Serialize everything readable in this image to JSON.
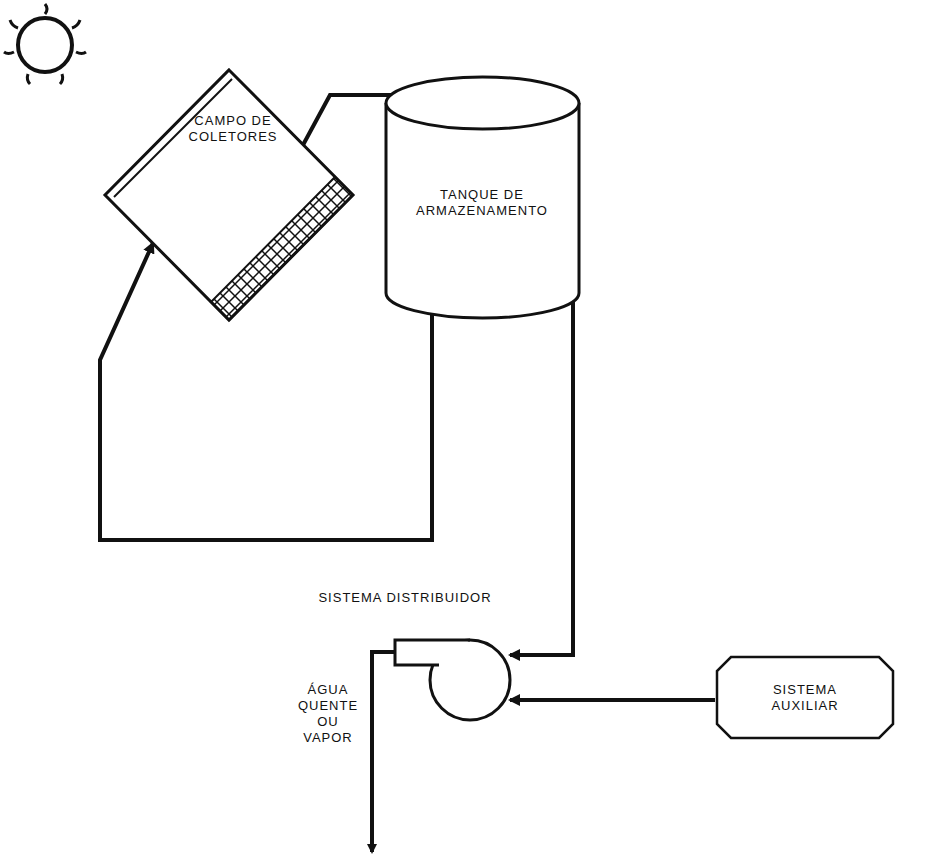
{
  "diagram": {
    "nodes": [
      {
        "text": [
          "CAMPO DE COLETORES"
        ]
      },
      {
        "text": [
          "TANQUE DE ARMAZENAMENTO"
        ]
      },
      {
        "text": [
          "SISTEMA DISTRIBUIDOR"
        ]
      },
      {
        "text": [
          "SISTEMA AUXILIAR"
        ]
      }
    ],
    "edges": [
      {
        "from": 0,
        "to": 1,
        "arrow": "to"
      },
      {
        "from": 1,
        "to": 0,
        "arrow": "to"
      },
      {
        "from": 1,
        "to": 2,
        "arrow": "to"
      },
      {
        "from": 3,
        "to": 2,
        "arrow": "to"
      }
    ],
    "labels": [
      "ÁGUA QUENTE OU VAPOR"
    ]
  }
}
